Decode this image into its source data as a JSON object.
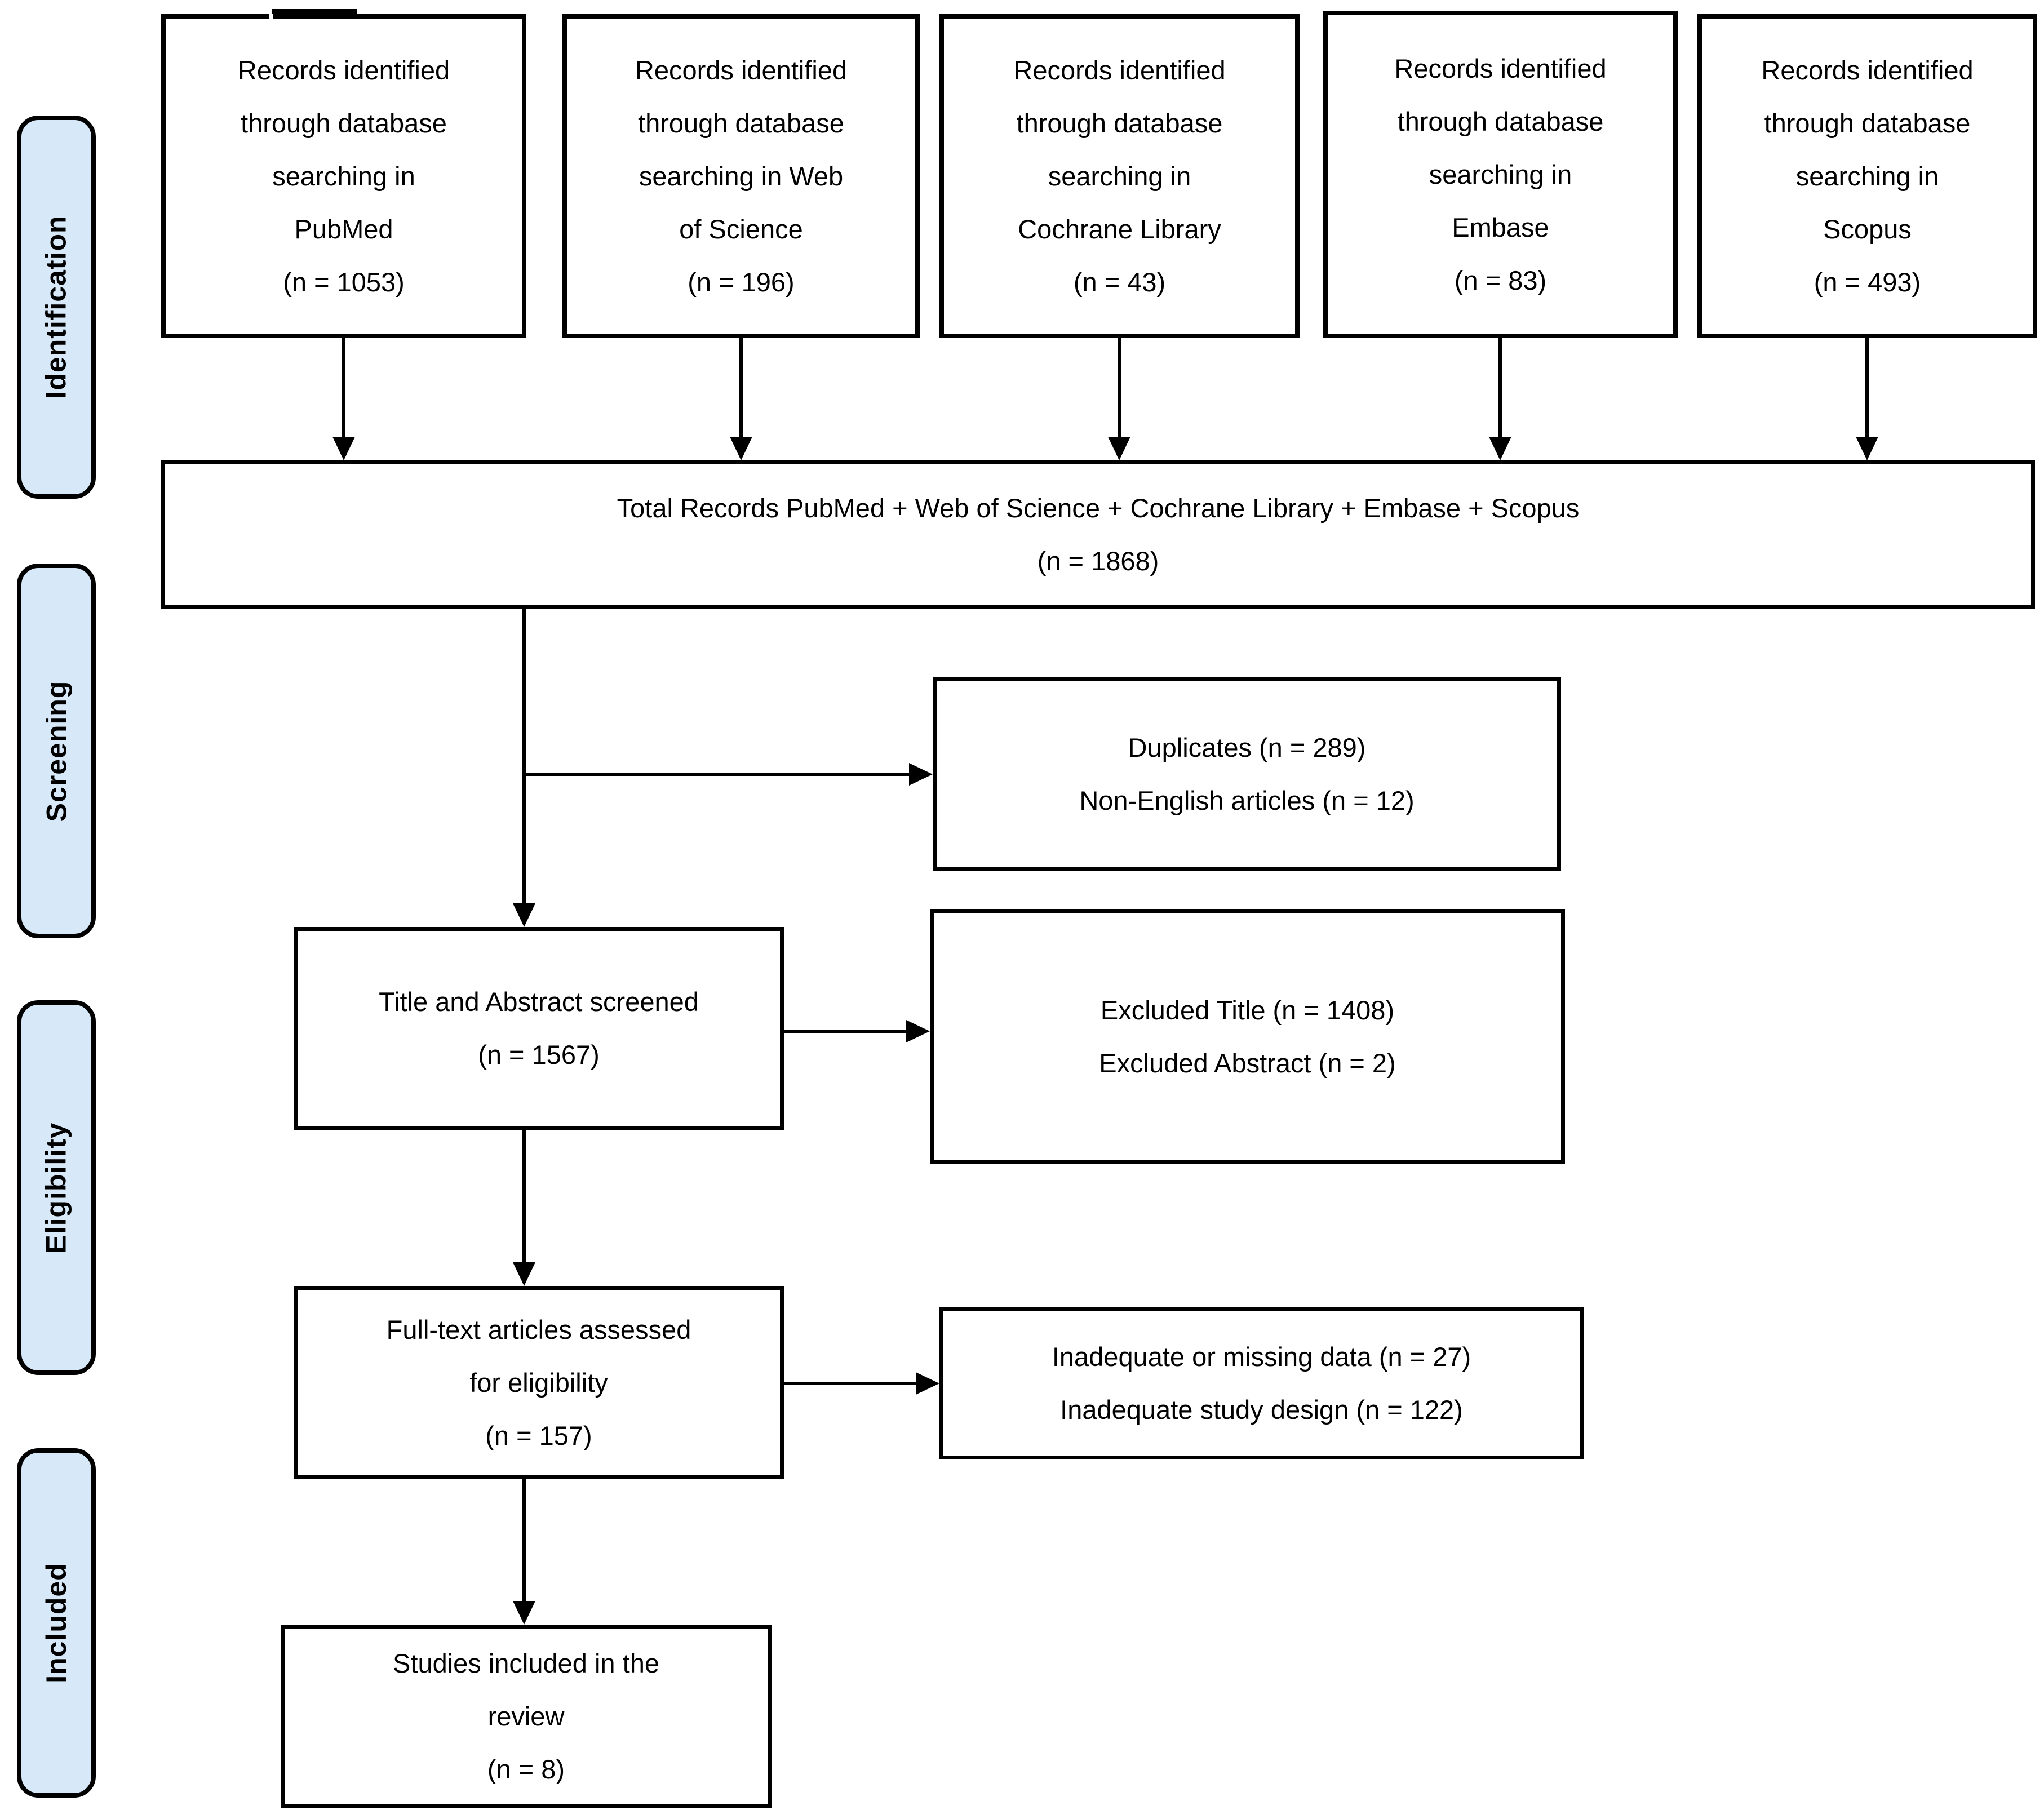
{
  "diagram": {
    "background": "#ffffff",
    "line_color": "#000000",
    "sidebar": {
      "fill": "#d7e8f9",
      "labels": [
        "Identification",
        "Screening",
        "Eligibility",
        "Included"
      ]
    },
    "top_boxes": [
      {
        "name": "pubmed",
        "text": "Records identified\nthrough database\nsearching in\nPubMed\n(n = 1053)"
      },
      {
        "name": "web-of-science",
        "text": "Records identified\nthrough database\nsearching in Web\nof Science\n(n = 196)"
      },
      {
        "name": "cochrane",
        "text": "Records identified\nthrough database\nsearching in\nCochrane Library\n(n = 43)"
      },
      {
        "name": "embase",
        "text": "Records identified\nthrough database\nsearching in\nEmbase\n(n = 83)"
      },
      {
        "name": "scopus",
        "text": "Records identified\nthrough database\nsearching in\nScopus\n(n = 493)"
      }
    ],
    "total_box": {
      "text": "Total Records PubMed + Web of Science + Cochrane Library + Embase + Scopus\n(n = 1868)"
    },
    "duplicates_box": {
      "text": "Duplicates (n = 289)\nNon-English articles (n = 12)"
    },
    "title_abstract_box": {
      "text": "Title and Abstract screened\n(n = 1567)"
    },
    "excluded_box": {
      "text": "Excluded Title (n = 1408)\nExcluded Abstract (n = 2)"
    },
    "fulltext_box": {
      "text": "Full-text articles assessed\nfor eligibility\n(n = 157)"
    },
    "inadequate_box": {
      "text": "Inadequate or missing data (n = 27)\nInadequate study design (n = 122)"
    },
    "included_box": {
      "text": "Studies included in the\nreview\n(n = 8)"
    }
  }
}
